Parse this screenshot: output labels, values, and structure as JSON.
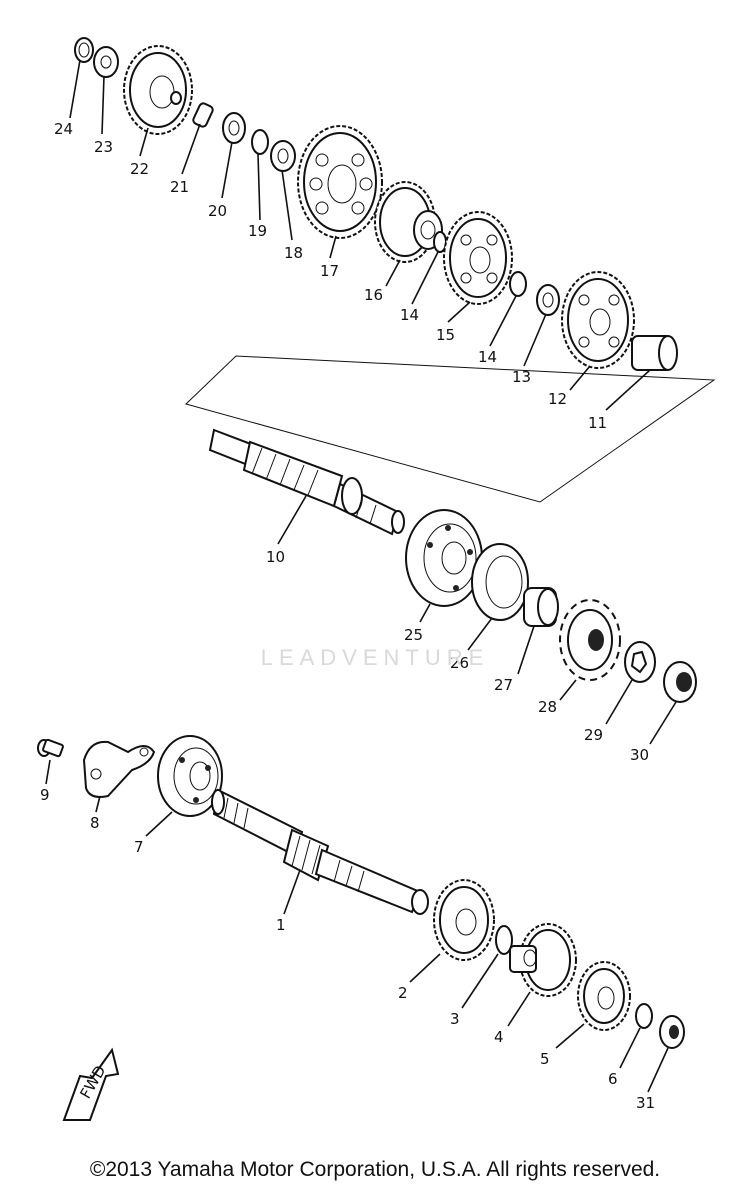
{
  "watermark": "LEADVENTURE",
  "fwd_label": "FWD",
  "copyright": "©2013 Yamaha Motor Corporation, U.S.A. All rights reserved.",
  "callouts": [
    {
      "id": "c24",
      "text": "24"
    },
    {
      "id": "c23",
      "text": "23"
    },
    {
      "id": "c22",
      "text": "22"
    },
    {
      "id": "c21",
      "text": "21"
    },
    {
      "id": "c20",
      "text": "20"
    },
    {
      "id": "c19",
      "text": "19"
    },
    {
      "id": "c18",
      "text": "18"
    },
    {
      "id": "c17",
      "text": "17"
    },
    {
      "id": "c16",
      "text": "16"
    },
    {
      "id": "c14a",
      "text": "14"
    },
    {
      "id": "c15",
      "text": "15"
    },
    {
      "id": "c14b",
      "text": "14"
    },
    {
      "id": "c13",
      "text": "13"
    },
    {
      "id": "c12",
      "text": "12"
    },
    {
      "id": "c11",
      "text": "11"
    },
    {
      "id": "c10",
      "text": "10"
    },
    {
      "id": "c25",
      "text": "25"
    },
    {
      "id": "c26",
      "text": "26"
    },
    {
      "id": "c27",
      "text": "27"
    },
    {
      "id": "c28",
      "text": "28"
    },
    {
      "id": "c29",
      "text": "29"
    },
    {
      "id": "c30",
      "text": "30"
    },
    {
      "id": "c9",
      "text": "9"
    },
    {
      "id": "c8",
      "text": "8"
    },
    {
      "id": "c7",
      "text": "7"
    },
    {
      "id": "c1",
      "text": "1"
    },
    {
      "id": "c2",
      "text": "2"
    },
    {
      "id": "c3",
      "text": "3"
    },
    {
      "id": "c4",
      "text": "4"
    },
    {
      "id": "c5",
      "text": "5"
    },
    {
      "id": "c6",
      "text": "6"
    },
    {
      "id": "c31",
      "text": "31"
    }
  ]
}
